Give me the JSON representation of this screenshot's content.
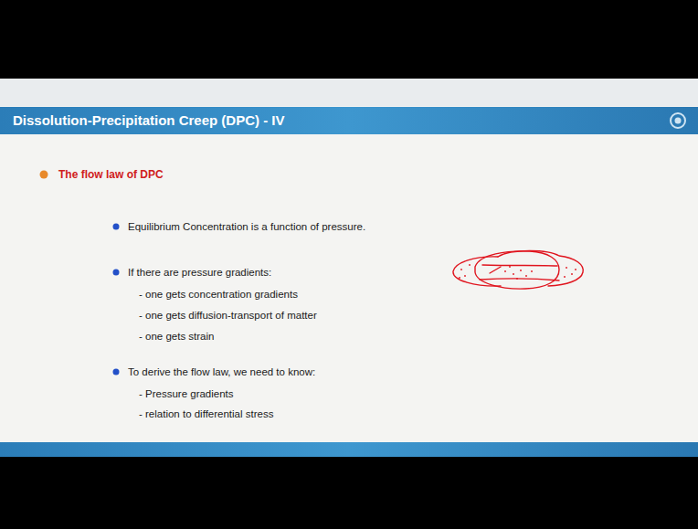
{
  "diagram": {
    "title": "Dissolution-Precipitation Creep (DPC) - IV",
    "labels": [
      "The flow law of DPC",
      "Equilibrium Concentration is a function of pressure.",
      "If there are pressure gradients:",
      "- one gets concentration gradients",
      "- one gets diffusion-transport of matter",
      "- one gets strain",
      "To derive the flow law, we need to know:",
      "- Pressure gradients",
      "- relation to differential stress"
    ]
  }
}
